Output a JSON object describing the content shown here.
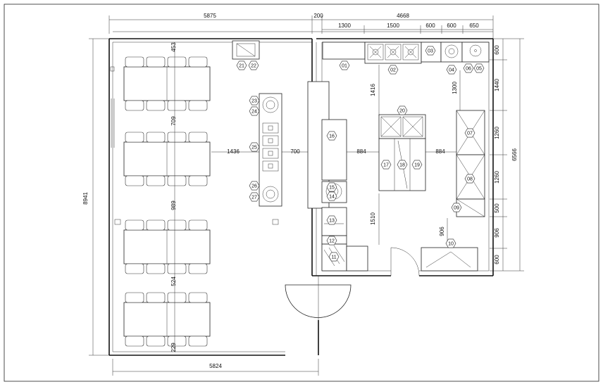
{
  "dimensions": {
    "top": [
      "5875",
      "200",
      "4668"
    ],
    "top_sub": [
      "1300",
      "1500",
      "600",
      "600",
      "650"
    ],
    "right_inner": [
      "600",
      "1440",
      "1260",
      "1260",
      "500",
      "906",
      "600"
    ],
    "right_outer": "6566",
    "left": "8941",
    "bottom": "5824",
    "dining_spacing": [
      "453",
      "709",
      "989",
      "524",
      "229"
    ],
    "middle": [
      "1436",
      "700",
      "884",
      "884"
    ],
    "kitchen_vertical": [
      "1416",
      "1300",
      "1510",
      "906"
    ]
  },
  "equipment_tags": [
    "01",
    "02",
    "03",
    "04",
    "05",
    "06",
    "07",
    "08",
    "09",
    "10",
    "11",
    "12",
    "13",
    "14",
    "15",
    "16",
    "17",
    "18",
    "19",
    "20",
    "21",
    "22",
    "23",
    "24",
    "25",
    "26",
    "27"
  ]
}
